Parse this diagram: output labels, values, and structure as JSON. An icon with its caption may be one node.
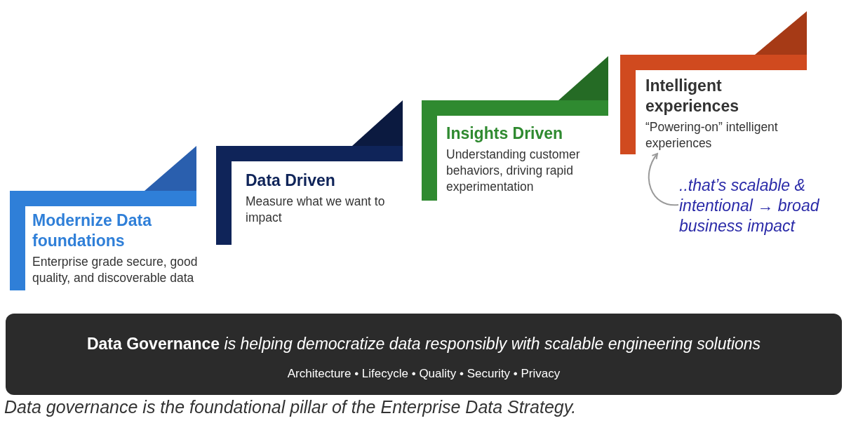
{
  "diagram": {
    "caption": "Data governance is the foundational pillar of the Enterprise Data Strategy.",
    "nodes": [
      {
        "text": [
          "Modernize Data foundations",
          "Enterprise grade secure, good quality, and discoverable data"
        ]
      },
      {
        "text": [
          "Data Driven",
          "Measure what we want to impact"
        ]
      },
      {
        "text": [
          "Insights Driven",
          "Understanding customer behaviors, driving rapid experimentation"
        ]
      },
      {
        "text": [
          "Intelligent experiences",
          "“Powering-on” intelligent experiences"
        ]
      },
      {
        "text": [
          "..that’s scalable & intentional → broad business impact"
        ]
      },
      {
        "text": [
          "**Data Governance** *is helping democratize data responsibly with scalable engineering solutions*",
          "Architecture • Lifecycle • Quality • Security • Privacy"
        ]
      }
    ],
    "edges": [
      {
        "from": 4,
        "to": 3,
        "arrow": "to"
      }
    ]
  }
}
